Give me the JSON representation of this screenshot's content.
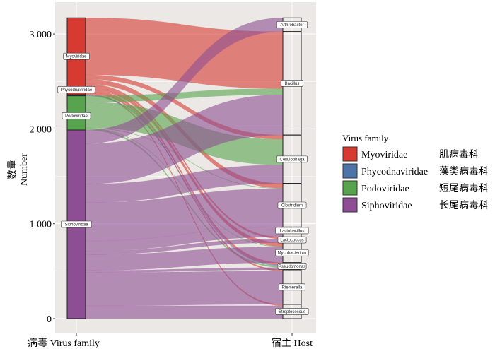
{
  "chart_data": {
    "type": "alluvial",
    "xlabels": [
      "病毒 Virus family",
      "宿主 Host"
    ],
    "ylabel": [
      "数量",
      "Number"
    ],
    "ylim": [
      0,
      3170
    ],
    "yticks": [
      0,
      1000,
      2000,
      3000
    ],
    "ytick_labels": [
      "0",
      "1 000",
      "2 000",
      "3 000"
    ],
    "grid": true,
    "legend": {
      "title": "Virus family",
      "placement": "right",
      "entries": [
        {
          "name": "Myoviridae",
          "zh": "肌病毒科",
          "color": "#d63a31"
        },
        {
          "name": "Phycodnaviridae",
          "zh": "藻类病毒科",
          "color": "#4f75a8"
        },
        {
          "name": "Podoviridae",
          "zh": "短尾病毒科",
          "color": "#58a34d"
        },
        {
          "name": "Siphoviridae",
          "zh": "长尾病毒科",
          "color": "#8d4e93"
        }
      ]
    },
    "virus_strata": [
      "Myoviridae",
      "Phycodnaviridae",
      "Podoviridae",
      "Siphoviridae"
    ],
    "host_strata": [
      "Arthrobacter",
      "Bacillus",
      "Cellulophaga",
      "Clostridium",
      "Lactobacillus",
      "Lactococcus",
      "Mycobacterium",
      "Pseudomonas",
      "Riemerella",
      "Streptococcus"
    ],
    "flows": [
      {
        "virus": "Myoviridae",
        "host": "Bacillus",
        "value": 600
      },
      {
        "virus": "Myoviridae",
        "host": "Cellulophaga",
        "value": 45
      },
      {
        "virus": "Myoviridae",
        "host": "Clostridium",
        "value": 50
      },
      {
        "virus": "Myoviridae",
        "host": "Lactococcus",
        "value": 20
      },
      {
        "virus": "Myoviridae",
        "host": "Mycobacterium",
        "value": 40
      },
      {
        "virus": "Myoviridae",
        "host": "Pseudomonas",
        "value": 25
      },
      {
        "virus": "Myoviridae",
        "host": "Riemerella",
        "value": 15
      },
      {
        "virus": "Myoviridae",
        "host": "Streptococcus",
        "value": 15
      },
      {
        "virus": "Phycodnaviridae",
        "host": "Pseudomonas",
        "value": 12
      },
      {
        "virus": "Podoviridae",
        "host": "Bacillus",
        "value": 65
      },
      {
        "virus": "Podoviridae",
        "host": "Cellulophaga",
        "value": 270
      },
      {
        "virus": "Podoviridae",
        "host": "Clostridium",
        "value": 5
      },
      {
        "virus": "Podoviridae",
        "host": "Mycobacterium",
        "value": 5
      },
      {
        "virus": "Podoviridae",
        "host": "Pseudomonas",
        "value": 15
      },
      {
        "virus": "Siphoviridae",
        "host": "Arthrobacter",
        "value": 145
      },
      {
        "virus": "Siphoviridae",
        "host": "Bacillus",
        "value": 425
      },
      {
        "virus": "Siphoviridae",
        "host": "Cellulophaga",
        "value": 195
      },
      {
        "virus": "Siphoviridae",
        "host": "Clostridium",
        "value": 405
      },
      {
        "virus": "Siphoviridae",
        "host": "Lactobacillus",
        "value": 105
      },
      {
        "virus": "Siphoviridae",
        "host": "Lactococcus",
        "value": 40
      },
      {
        "virus": "Siphoviridae",
        "host": "Mycobacterium",
        "value": 165
      },
      {
        "virus": "Siphoviridae",
        "host": "Pseudomonas",
        "value": 23
      },
      {
        "virus": "Siphoviridae",
        "host": "Riemerella",
        "value": 350
      },
      {
        "virus": "Siphoviridae",
        "host": "Streptococcus",
        "value": 135
      }
    ]
  }
}
